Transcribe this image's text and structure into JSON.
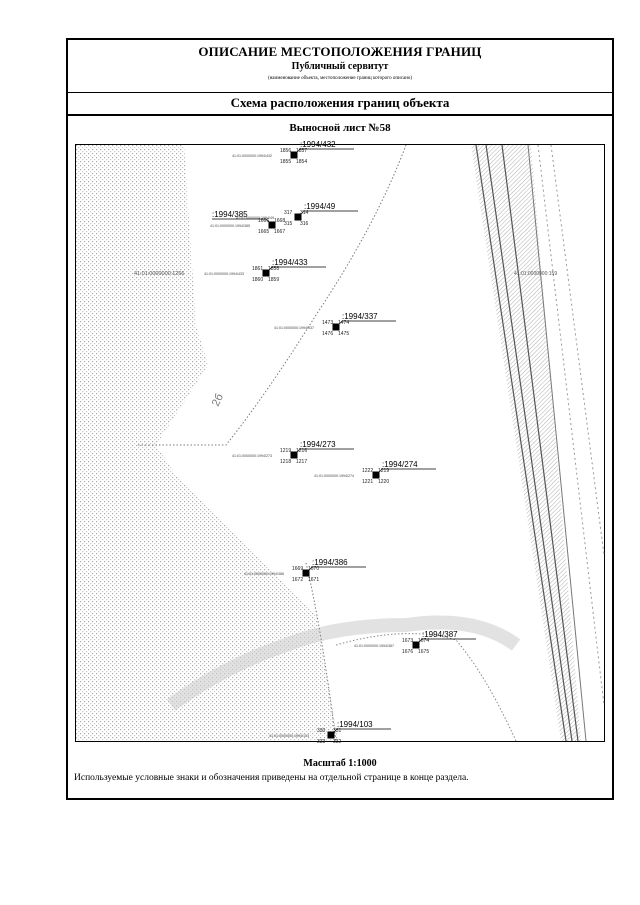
{
  "header": {
    "title": "ОПИСАНИЕ МЕСТОПОЛОЖЕНИЯ ГРАНИЦ",
    "subtitle": "Публичный сервитут",
    "caption": "(наименование объекта, местоположение границ которого описано)"
  },
  "schema_title": "Схема расположения границ объекта",
  "sheet_title": "Выносной лист №58",
  "scale": "Масштаб 1:1000",
  "legend_note": "Используемые условные знаки и обозначения приведены на отдельной странице в конце раздела.",
  "map": {
    "background_label": "41:01:0000000:1266",
    "right_label": "41:01:0000000:159",
    "road_label": "2б",
    "colors": {
      "hatch": "#8a8a8a",
      "stipple": "#bdbdbd",
      "line": "#000000"
    },
    "parcels": [
      {
        "label": ":1994/432",
        "points": [
          "1856",
          "1857",
          "1855",
          "1854"
        ],
        "sub": "41:01:0000000:1994/432"
      },
      {
        "label": ":1994/385",
        "points": [
          "1666",
          "1668",
          "1665",
          "1667"
        ],
        "sub": "41:01:0000000:1994/385"
      },
      {
        "label": ":1994/49",
        "points": [
          "317",
          "314",
          "315",
          "316"
        ],
        "sub": "41:01:0000000:1994/49"
      },
      {
        "label": ":1994/433",
        "points": [
          "1861",
          "1858",
          "1860",
          "1859"
        ],
        "sub": "41:01:0000000:1994/433"
      },
      {
        "label": ":1994/337",
        "points": [
          "1473",
          "1474",
          "1476",
          "1475"
        ],
        "sub": "41:01:0000000:1994/337"
      },
      {
        "label": ":1994/273",
        "points": [
          "1219",
          "1216",
          "1218",
          "1217"
        ],
        "sub": "41:01:0000000:1994/273"
      },
      {
        "label": ":1994/274",
        "points": [
          "1222",
          "1219",
          "1221",
          "1220"
        ],
        "sub": "41:01:0000000:1994/274"
      },
      {
        "label": ":1994/386",
        "points": [
          "1669",
          "1670",
          "1672",
          "1671"
        ],
        "sub": "41:01:0000000:1994/386"
      },
      {
        "label": ":1994/387",
        "points": [
          "1673",
          "1674",
          "1676",
          "1675"
        ],
        "sub": "41:01:0000000:1994/387"
      },
      {
        "label": ":1994/103",
        "points": [
          "330",
          "331",
          "333",
          "332"
        ],
        "sub": "41:01:0000000:1994/103"
      }
    ]
  }
}
